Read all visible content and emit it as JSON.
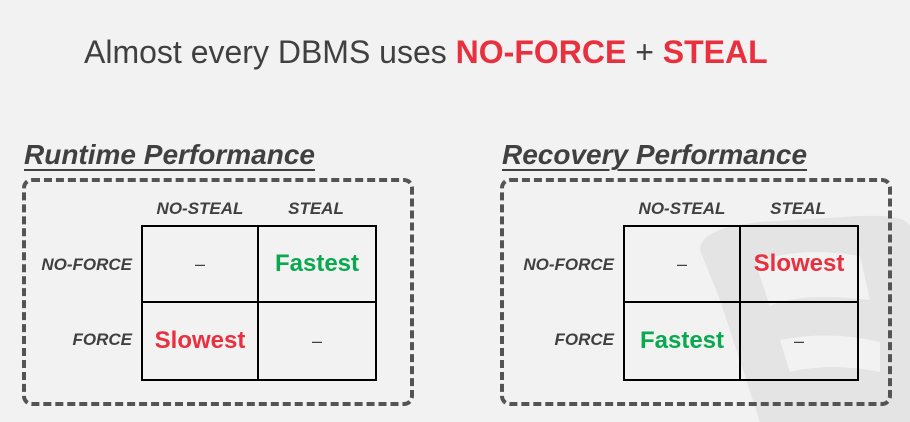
{
  "headline": {
    "prefix": "Almost every DBMS uses ",
    "term1": "NO-FORCE",
    "joiner": " + ",
    "term2": "STEAL"
  },
  "colors": {
    "accent_red": "#e8303f",
    "accent_green": "#0aa84f",
    "text": "#404040",
    "background": "#f2f2f2"
  },
  "panels": [
    {
      "title": "Runtime Performance",
      "columns": [
        "NO-STEAL",
        "STEAL"
      ],
      "rows": [
        "NO-FORCE",
        "FORCE"
      ],
      "cells": [
        [
          "–",
          "Fastest"
        ],
        [
          "Slowest",
          "–"
        ]
      ]
    },
    {
      "title": "Recovery Performance",
      "columns": [
        "NO-STEAL",
        "STEAL"
      ],
      "rows": [
        "NO-FORCE",
        "FORCE"
      ],
      "cells": [
        [
          "–",
          "Slowest"
        ],
        [
          "Fastest",
          "–"
        ]
      ]
    }
  ]
}
